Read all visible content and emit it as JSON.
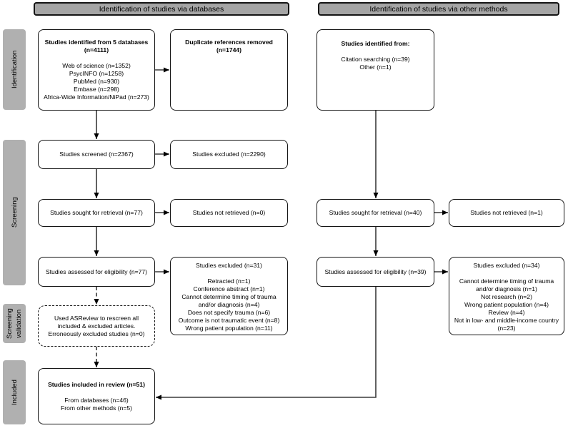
{
  "colors": {
    "header_fill": "#a5a5a5",
    "sidebar_fill": "#b0b0b0",
    "box_border": "#141414",
    "arrow_color": "#3a3a3a"
  },
  "column_headers": {
    "databases": "Identification of studies via databases",
    "other_methods": "Identification of studies via other methods"
  },
  "sidebar": {
    "identification": "Identification",
    "screening": "Screening",
    "screening_validation": "Screening validation",
    "included": "Included"
  },
  "boxes": {
    "db_identified": {
      "title": "Studies identified from 5 databases",
      "subtitle": "(n=4111)",
      "items": [
        "Web of science (n=1352)",
        "PsycINFO (n=1258)",
        "PubMed (n=930)",
        "Embase (n=298)",
        "Africa-Wide Information/NiPad (n=273)"
      ]
    },
    "duplicates": {
      "title": "Duplicate references removed",
      "subtitle": "(n=1744)"
    },
    "other_identified": {
      "title": "Studies identified from:",
      "items": [
        "Citation searching (n=39)",
        "Other (n=1)"
      ]
    },
    "screened": {
      "label": "Studies screened (n=2367)"
    },
    "excluded_screened": {
      "label": "Studies excluded (n=2290)"
    },
    "sought_db": {
      "label": "Studies sought for retrieval (n=77)"
    },
    "not_retrieved_db": {
      "label": "Studies not retrieved (n=0)"
    },
    "assessed_db": {
      "label": "Studies assessed for eligibility (n=77)"
    },
    "excluded_eligibility_db": {
      "title": "Studies excluded (n=31)",
      "items": [
        "Retracted (n=1)",
        "Conference abstract (n=1)",
        "Cannot determine timing of trauma and/or diagnosis (n=4)",
        "Does not specify trauma (n=6)",
        "Outcome is not traumatic event (n=8)",
        "Wrong patient population (n=11)"
      ]
    },
    "asreview": {
      "lines": [
        "Used ASReview to rescreen all",
        "included & excluded articles.",
        "Erroneously excluded studies (n=0)"
      ]
    },
    "sought_other": {
      "label": "Studies sought for retrieval (n=40)"
    },
    "not_retrieved_other": {
      "label": "Studies not retrieved (n=1)"
    },
    "assessed_other": {
      "label": "Studies assessed for eligibility (n=39)"
    },
    "excluded_eligibility_other": {
      "title": "Studies excluded (n=34)",
      "items": [
        "Cannot determine timing of trauma and/or diagnosis (n=1)",
        "Not research (n=2)",
        "Wrong patient population (n=4)",
        "Review (n=4)",
        "Not in low- and middle-income country (n=23)"
      ]
    },
    "included": {
      "title": "Studies included in review (n=51)",
      "items": [
        "From databases (n=46)",
        "From other methods (n=5)"
      ]
    }
  }
}
